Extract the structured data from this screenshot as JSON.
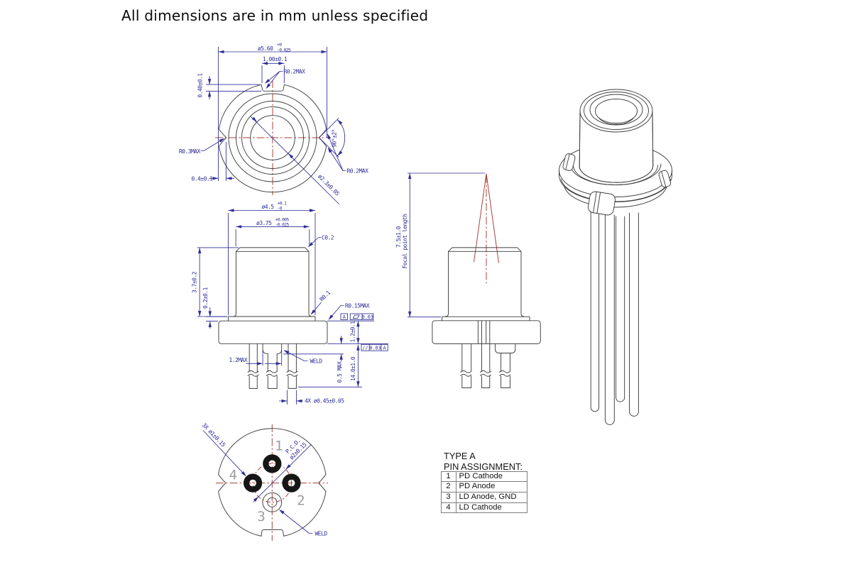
{
  "title": "All dimensions are in mm unless specified",
  "colors": {
    "outline": "#3f3f3f",
    "dimension": "#2d2d97",
    "centerline": "#a8433a",
    "beam": "#a8433a",
    "pin-fill": "#161616",
    "pin-number": "#9c9c9c",
    "table-border": "#7d7d7d"
  },
  "top_view": {
    "cap_dia_main": "ø5.60",
    "cap_dia_tol_plus": "+0",
    "cap_dia_tol_minus": "-0.025",
    "notch_width": "1.00±0.1",
    "notch_corner_radius": "R0.2MAX",
    "notch_depth": "0.40±0.1",
    "side_notch_radius": "R0.3MAX",
    "side_notch_depth": "0.4±0.1",
    "side_notch_angle": "90°±2°",
    "side_notch_corner_radius": "R0.2MAX",
    "window_dia": "ø2.3±0.05"
  },
  "side_view": {
    "base_dia_main": "ø4.5",
    "base_dia_tol_plus": "+0.1",
    "base_dia_tol_minus": "-0",
    "cap_dia_main": "ø3.75",
    "cap_dia_tol_plus": "+0.005",
    "cap_dia_tol_minus": "-0.025",
    "chamfer": "C0.2",
    "cap_height": "3.7±0.2",
    "seat_height": "0.2±0.1",
    "fillet_radius": "R0.1",
    "flange_radius": "R0.15MAX",
    "datum_label": "A",
    "flatness_value": "0.03",
    "parallelism_symbol": "//",
    "parallelism_value": "0.03",
    "parallelism_datum": "A",
    "flange_thickness": "1.2±0.1",
    "weld_width": "1.2MAX",
    "weld_label": "WELD",
    "weld_height": "0.5 MAX",
    "pin_length": "14.0±1.0",
    "pin_dia": "4X ø0.45±0.05"
  },
  "focal_view": {
    "focal_length": "7.5±1.0",
    "focal_label": "Focal point length"
  },
  "bottom_view": {
    "pin_dia": "3X ø1±0.15",
    "pcd_line1": "P.C.D.",
    "pcd_line2": "ø2±0.15",
    "weld_label": "WELD",
    "pin1": "1",
    "pin2": "2",
    "pin3": "3",
    "pin4": "4"
  },
  "pin_table": {
    "type_label": "TYPE A",
    "heading": "PIN ASSIGNMENT:",
    "rows": [
      {
        "pin": "1",
        "function": "PD Cathode"
      },
      {
        "pin": "2",
        "function": "PD Anode"
      },
      {
        "pin": "3",
        "function": "LD Anode, GND"
      },
      {
        "pin": "4",
        "function": "LD Cathode"
      }
    ]
  }
}
